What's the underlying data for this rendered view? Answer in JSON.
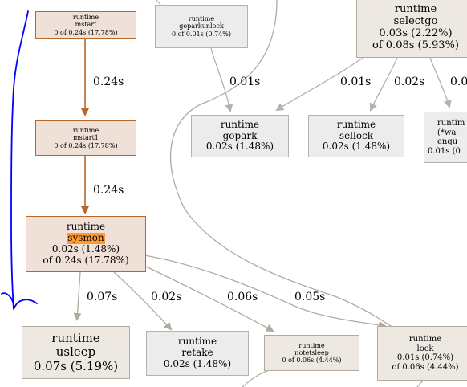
{
  "nodes": {
    "mstart": {
      "pkg": "runtime",
      "fn": "mstart",
      "stat": "0 of 0.24s (17.78%)"
    },
    "goparkunlock": {
      "pkg": "runtime",
      "fn": "goparkunlock",
      "stat": "0 of 0.01s (0.74%)"
    },
    "selectgo": {
      "pkg": "runtime",
      "fn": "selectgo",
      "flat": "0.03s (2.22%)",
      "cum": "of 0.08s (5.93%)"
    },
    "mstart1": {
      "pkg": "runtime",
      "fn": "mstart1",
      "stat": "0 of 0.24s (17.78%)"
    },
    "gopark": {
      "pkg": "runtime",
      "fn": "gopark",
      "stat": "0.02s (1.48%)"
    },
    "sellock": {
      "pkg": "runtime",
      "fn": "sellock",
      "stat": "0.02s (1.48%)"
    },
    "enqueue": {
      "pkg": "runtim",
      "fn": "(*wa",
      "fn2": "enqu",
      "stat": "0.01s (0"
    },
    "sysmon": {
      "pkg": "runtime",
      "fn": "sysmon",
      "flat": "0.02s (1.48%)",
      "cum": "of 0.24s (17.78%)"
    },
    "usleep": {
      "pkg": "runtime",
      "fn": "usleep",
      "stat": "0.07s (5.19%)"
    },
    "retake": {
      "pkg": "runtime",
      "fn": "retake",
      "stat": "0.02s (1.48%)"
    },
    "notetsleep": {
      "pkg": "runtime",
      "fn": "notetsleep",
      "stat": "0 of 0.06s (4.44%)"
    },
    "lock": {
      "pkg": "runtime",
      "fn": "lock",
      "flat": "0.01s (0.74%)",
      "cum": "of 0.06s (4.44%)"
    }
  },
  "edges": {
    "mstart_mstart1": "0.24s",
    "mstart1_sysmon": "0.24s",
    "goparkunlock_gopark": "0.01s",
    "selectgo_gopark": "0.01s",
    "selectgo_sellock": "0.02s",
    "selectgo_enqueue": "0.0",
    "sysmon_usleep": "0.07s",
    "sysmon_retake": "0.02s",
    "sysmon_notetsleep": "0.06s",
    "sysmon_lock": "0.05s"
  },
  "colors": {
    "hot_edge": "#b9652b",
    "cold_edge": "#b2aa9d",
    "grey_edge": "#b2b2b2",
    "highlight": "#ff9933",
    "annotation_pen": "#0000ff"
  }
}
